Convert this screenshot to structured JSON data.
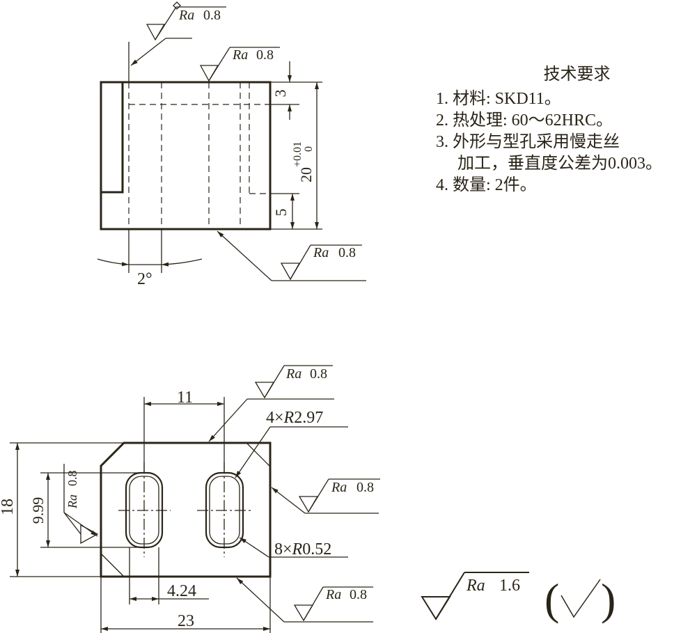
{
  "top_view": {
    "dim_3": "3",
    "dim_5": "5",
    "dim_20_base": "20",
    "dim_20_upper": "+0.01",
    "dim_20_lower": "0",
    "angle": "2°",
    "rough_1": {
      "ra": "Ra",
      "value": "0.8"
    },
    "rough_2": {
      "ra": "Ra",
      "value": "0.8"
    },
    "rough_3": {
      "ra": "Ra",
      "value": "0.8"
    }
  },
  "bottom_view": {
    "dim_11": "11",
    "dim_18": "18",
    "dim_9_99": "9.99",
    "dim_4_24": "4.24",
    "dim_23": "23",
    "radius_large": {
      "count": "4×",
      "r": "R",
      "value": "2.97"
    },
    "radius_small": {
      "count": "8×",
      "r": "R",
      "value": "0.52"
    },
    "rough_top": {
      "ra": "Ra",
      "value": "0.8"
    },
    "rough_right": {
      "ra": "Ra",
      "value": "0.8"
    },
    "rough_left": {
      "ra": "Ra",
      "value": "0.8"
    },
    "rough_bottom": {
      "ra": "Ra",
      "value": "0.8"
    }
  },
  "general_roughness": {
    "ra": "Ra",
    "value": "1.6",
    "paren_open": "(",
    "paren_close": ")"
  },
  "notes": {
    "title": "技术要求",
    "items": [
      "1. 材料: SKD11。",
      "2. 热处理: 60～62HRC。",
      "3. 外形与型孔采用慢走丝",
      "4. 数量: 2件。"
    ],
    "item3_cont": "加工，垂直度公差为0.003。"
  }
}
